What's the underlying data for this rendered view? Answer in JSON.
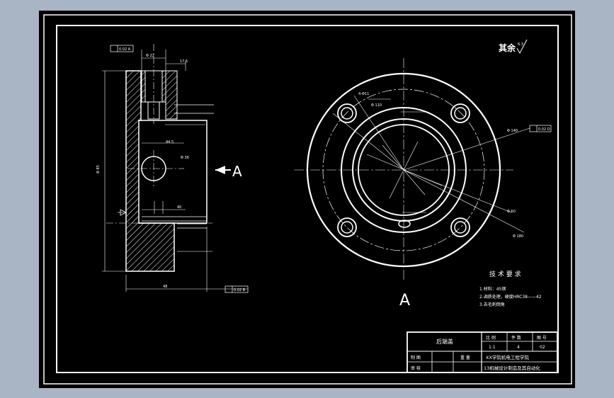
{
  "drawing": {
    "roughness_note": "其余",
    "roughness_value": "6.3",
    "view_arrow_label": "A",
    "view_label": "A",
    "left_view": {
      "dims": {
        "top_width": "Φ 22",
        "step": "17.5",
        "height_total": "Φ 85",
        "hole": "Φ 36",
        "offset": "44.5",
        "depth": "40",
        "bottom_ref": "48"
      },
      "tolerance_frames": [
        "0.02 A",
        "0.02 B"
      ]
    },
    "right_view": {
      "dims": {
        "bolt_circle": "4-Φ11",
        "bolt_pitch": "Φ 110",
        "pcd": "Φ 140",
        "outer": "Φ 180",
        "inner": "Φ 60"
      },
      "tolerance_frame": "0.02 D"
    },
    "tech_requirements": {
      "title": "技 术 要 求",
      "items": [
        "1.材料：45钢",
        "2.调质处理，硬度HRC38——42",
        "3.去毛刺倒角"
      ]
    },
    "title_block": {
      "part_name": "后端盖",
      "headers": [
        "比 例",
        "件 数",
        "图 号"
      ],
      "values": [
        "1:1",
        "4",
        "02"
      ],
      "drawn_label": "制 图",
      "checked_label": "审 核",
      "weight_label": "重 量",
      "school": "XX学院机电工程学院",
      "class": "13机械设计制造及其自动化"
    }
  }
}
